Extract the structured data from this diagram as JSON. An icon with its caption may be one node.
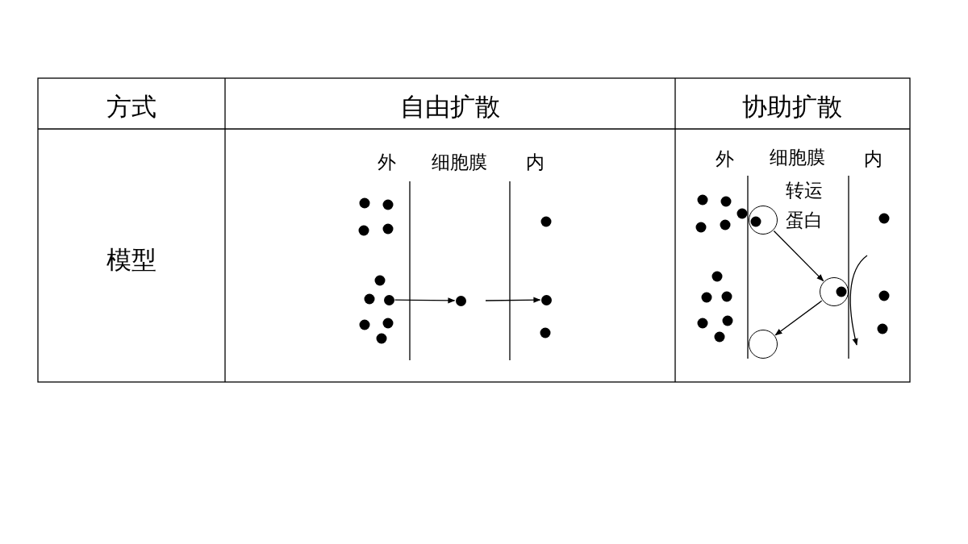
{
  "diagram": {
    "nodes": [
      {
        "text": [],
        "shape": "circle"
      },
      {
        "text": [],
        "shape": "circle"
      },
      {
        "text": [],
        "shape": "circle"
      },
      {
        "text": [],
        "shape": "circle"
      },
      {
        "text": [],
        "shape": "circle"
      },
      {
        "text": [],
        "shape": "circle"
      }
    ],
    "edges": [
      {
        "from": 0,
        "to": 1,
        "arrow": "to"
      },
      {
        "from": null,
        "to": 2,
        "arrow": "to"
      },
      {
        "from": 3,
        "to": 4,
        "arrow": "to"
      },
      {
        "from": 4,
        "to": 5,
        "arrow": "to"
      }
    ],
    "labels": [
      "方式",
      "自由扩散",
      "协助扩散",
      "模型",
      "外",
      "细胞膜",
      "内",
      "外",
      "细胞膜",
      "内",
      "转运蛋白"
    ]
  }
}
